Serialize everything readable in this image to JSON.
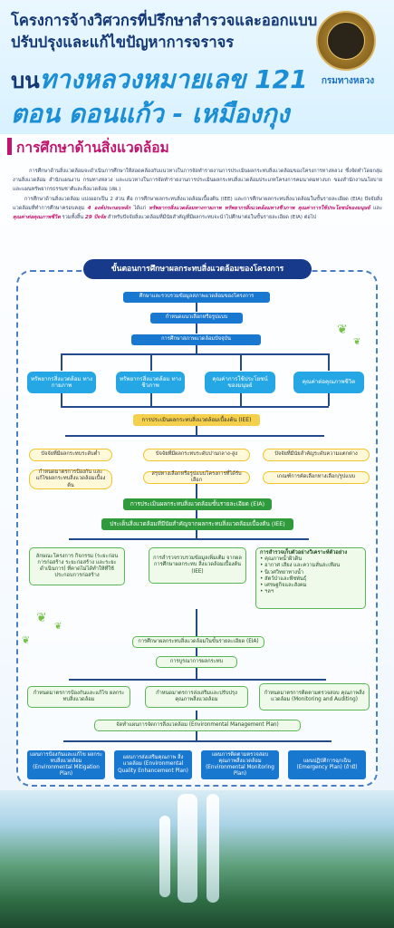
{
  "header": {
    "line1": "โครงการจ้างวิศวกรที่ปรึกษาสำรวจและออกแบบ",
    "line2": "ปรับปรุงและแก้ไขปัญหาการจราจร",
    "highway_prefix": "บน",
    "highway_name": "ทางหลวงหมายเลข 121",
    "section_name": "ตอน ดอนแก้ว - เหมืองกุง",
    "org_name": "กรมทางหลวง",
    "logo_icon": "department-of-highways-seal-icon"
  },
  "section": {
    "title": "การศึกษาด้านสิ่งแวดล้อม",
    "paragraph1": "การศึกษาด้านสิ่งแวดล้อมจะดำเนินการศึกษาให้สอดคล้องกับแนวทางในการจัดทำรายงานการประเมินผลกระทบสิ่งแวดล้อมของโครงการทางหลวง ซึ่งจัดทำโดยกลุ่มงานสิ่งแวดล้อม สำนักแผนงาน กรมทางหลวง และแนวทางในการจัดทำรายงานการประเมินผลกระทบสิ่งแวดล้อมประเภทโครงการคมนาคมทางบก ของสำนักงานนโยบายและแผนทรัพยากรธรรมชาติและสิ่งแวดล้อม (สผ.)",
    "paragraph2_a": "การศึกษาด้านสิ่งแวดล้อม แบ่งออกเป็น 2 ส่วน คือ การศึกษาผลกระทบสิ่งแวดล้อมเบื้องต้น (IEE) และการศึกษาผลกระทบสิ่งแวดล้อมในขั้นรายละเอียด (EIA) ปัจจัยสิ่งแวดล้อมที่ทำการศึกษาครอบคลุม",
    "paragraph2_em1": "4 องค์ประกอบหลัก",
    "paragraph2_b": "ได้แก่",
    "paragraph2_em2": "ทรัพยากรสิ่งแวดล้อมทางกายภาพ ทรัพยากรสิ่งแวดล้อมทางชีวภาพ คุณค่าการใช้ประโยชน์ของมนุษย์",
    "paragraph2_c": "และ",
    "paragraph2_em3": "คุณค่าต่อคุณภาพชีวิต",
    "paragraph2_d": "รวมทั้งสิ้น",
    "paragraph2_em4": "29 ปัจจัย",
    "paragraph2_e": "สำหรับปัจจัยสิ่งแวดล้อมที่มีนัยสำคัญที่มีผลกระทบจะนำไปศึกษาต่อในขั้นรายละเอียด (EIA) ต่อไป"
  },
  "flow": {
    "title": "ขั้นตอนการศึกษาผลกระทบสิ่งแวดล้อมของโครงการ",
    "step1": "ศึกษาและรวบรวมข้อมูลสภาพแวดล้อมของโครงการ",
    "step2": "กำหนดแนวเลือกหรือรูปแบบ",
    "step3": "การศึกษาสภาพแวดล้อมปัจจุบัน",
    "factors": [
      "ทรัพยากรสิ่งแวดล้อม ทางกายภาพ",
      "ทรัพยากรสิ่งแวดล้อม ทางชีวภาพ",
      "คุณค่าการใช้ประโยชน์ ของมนุษย์",
      "คุณค่าต่อคุณภาพชีวิต"
    ],
    "iee": "การประเมินผลกระทบสิ่งแวดล้อมเบื้องต้น (IEE)",
    "impact_levels": [
      "ปัจจัยที่มีผลกระทบระดับต่ำ",
      "ปัจจัยที่มีผลกระทบระดับปานกลาง-สูง",
      "ปัจจัยที่มีนัยสำคัญระดับความแตกต่าง"
    ],
    "impact_actions": [
      "กำหนดมาตรการป้องกัน และแก้ไขผลกระทบสิ่งแวดล้อมเบื้องต้น",
      "สรุปทางเลือกหรือรูปแบบโครงการที่ได้รับเลือก",
      "เกณฑ์การคัดเลือกทางเลือก/รูปแบบ"
    ],
    "eia": "การประเมินผลกระทบสิ่งแวดล้อมขั้นรายละเอียด (EIA)",
    "eia_issues": "ประเด็นสิ่งแวดล้อมที่มีนัยสำคัญจากผลกระทบสิ่งแวดล้อมเบื้องต้น (IEE)",
    "detail_left": "ลักษณะโครงการ กิจกรรม (ระยะก่อนการก่อสร้าง ระยะก่อสร้าง และระยะดำเนินการ) ที่คาดไม่ได้ทำให้ที่ใช้ประกอบการก่อสร้าง",
    "detail_mid": "การสำรวจรวบรวมข้อมูลเพิ่มเติม จากผลการศึกษาผลกระทบ สิ่งแวดล้อมเบื้องต้น (IEE)",
    "detail_right_title": "การสำรวจเก็บตัวอย่างวิเคราะห์ตัวอย่าง",
    "detail_right_items": [
      "คุณภาพน้ำผิวดิน",
      "อากาศ เสียง และความสั่นสะเทือน",
      "นิเวศวิทยาทางน้ำ",
      "สัตว์ป่าและพืชพันธุ์",
      "เศรษฐกิจและสังคม",
      "ฯลฯ"
    ],
    "analysis": "การศึกษาผลกระทบสิ่งแวดล้อมในขั้นรายละเอียด (EIA)",
    "summary": "การบูรณาการผลกระทบ",
    "measures": [
      "กำหนดมาตรการป้องกันและแก้ไข ผลกระทบสิ่งแวดล้อม",
      "กำหนดมาตรการส่งเสริมและปรับปรุง คุณภาพสิ่งแวดล้อม",
      "กำหนดมาตรการติดตามตรวจสอบ คุณภาพสิ่งแวดล้อม (Monitoring and Auditing)"
    ],
    "emp": "จัดทำแผนการจัดการสิ่งแวดล้อม (Environmental Management Plan)",
    "plans": [
      "แผนการป้องกันและแก้ไข ผลกระทบสิ่งแวดล้อม (Environmental Mitigation Plan)",
      "แผนการส่งเสริมคุณภาพ สิ่งแวดล้อม (Environmental Quality Enhancement Plan)",
      "แผนการติดตามตรวจสอบ คุณภาพสิ่งแวดล้อม (Environmental Monitoring Plan)",
      "แผนปฏิบัติการฉุกเฉิน (Emergency Plan) (ถ้ามี)"
    ]
  },
  "decor": {
    "bird_icon": "bird-icon",
    "waterfall": "waterfall-illustration"
  }
}
